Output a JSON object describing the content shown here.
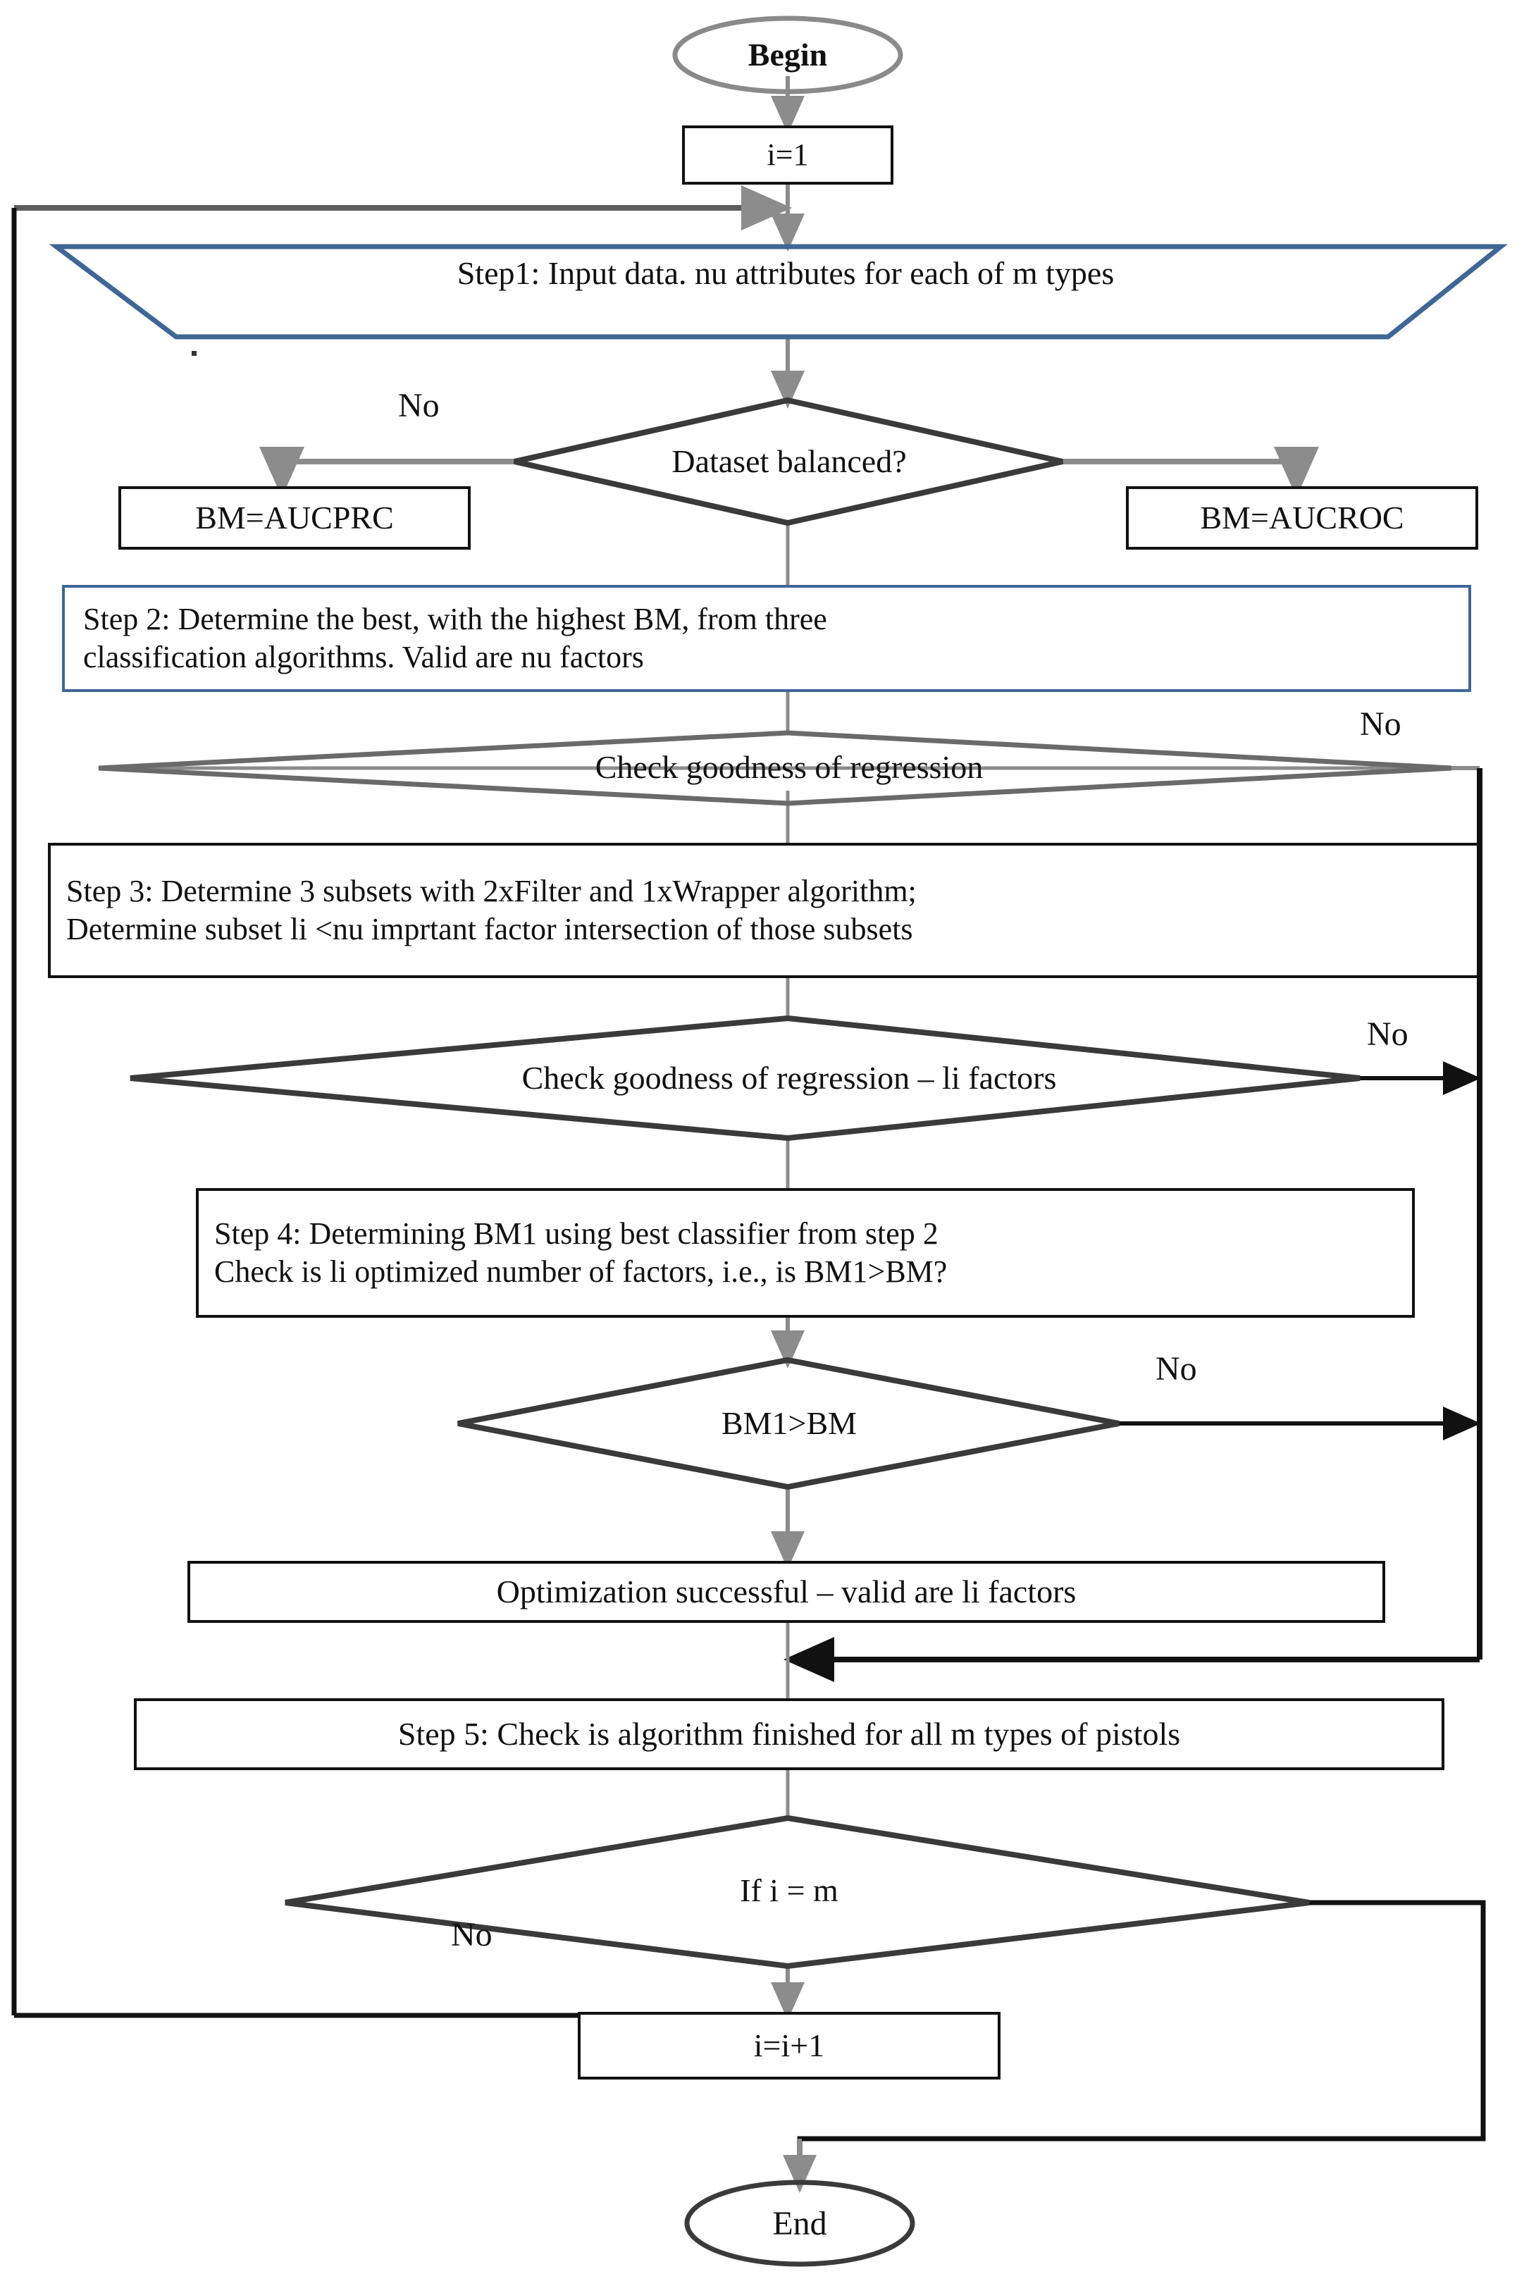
{
  "diagram": {
    "title": "Factor optimization flowchart",
    "colors": {
      "terminator_stroke": "#7a7a7a",
      "process_stroke": "#111111",
      "step_blue_stroke": "#3f6694",
      "connector_gray": "#8c8c8c",
      "connector_black": "#111111",
      "text": "#111111",
      "background": "#ffffff"
    },
    "nodes": {
      "begin": {
        "label": "Begin",
        "shape": "terminator"
      },
      "init": {
        "label": "i=1",
        "shape": "process"
      },
      "step1": {
        "label": "Step1: Input data.  nu attributes  for each of m types",
        "shape": "input-parallelogram"
      },
      "dataset_q": {
        "label": "Dataset balanced?",
        "shape": "decision"
      },
      "bm_aucprc": {
        "label": "BM=AUCPRC",
        "shape": "process"
      },
      "bm_aucroc": {
        "label": "BM=AUCROC",
        "shape": "process"
      },
      "step2": {
        "label": "Step 2: Determine the best, with the highest BM, from three\nclassification algorithms.  Valid are nu  factors",
        "shape": "process-blue"
      },
      "check1": {
        "label": "Check goodness of  regression",
        "shape": "decision"
      },
      "step3": {
        "label": "Step 3: Determine 3 subsets with 2xFilter and  1xWrapper algorithm;\nDetermine subset li <nu imprtant  factor intersection of those subsets",
        "shape": "process"
      },
      "check2": {
        "label": "Check goodness of regression – li factors",
        "shape": "decision"
      },
      "step4": {
        "label": "Step 4: Determining  BM1  using best classifier from step 2\nCheck is  li optimized number of factors, i.e., is BM1>BM?",
        "shape": "process"
      },
      "bm1_gt_bm": {
        "label": "BM1>BM",
        "shape": "decision"
      },
      "opt_ok": {
        "label": "Optimization successful – valid are li factors",
        "shape": "process"
      },
      "step5": {
        "label": "Step 5: Check is algorithm finished for all m types of pistols",
        "shape": "process"
      },
      "if_i_m": {
        "label": "If  i = m",
        "shape": "decision"
      },
      "increment": {
        "label": "i=i+1",
        "shape": "process"
      },
      "end": {
        "label": "End",
        "shape": "terminator"
      }
    },
    "edge_labels": {
      "dataset_no": "No",
      "check1_no": "No",
      "check2_no": "No",
      "bm1_no": "No",
      "if_i_m_no": "No"
    }
  }
}
